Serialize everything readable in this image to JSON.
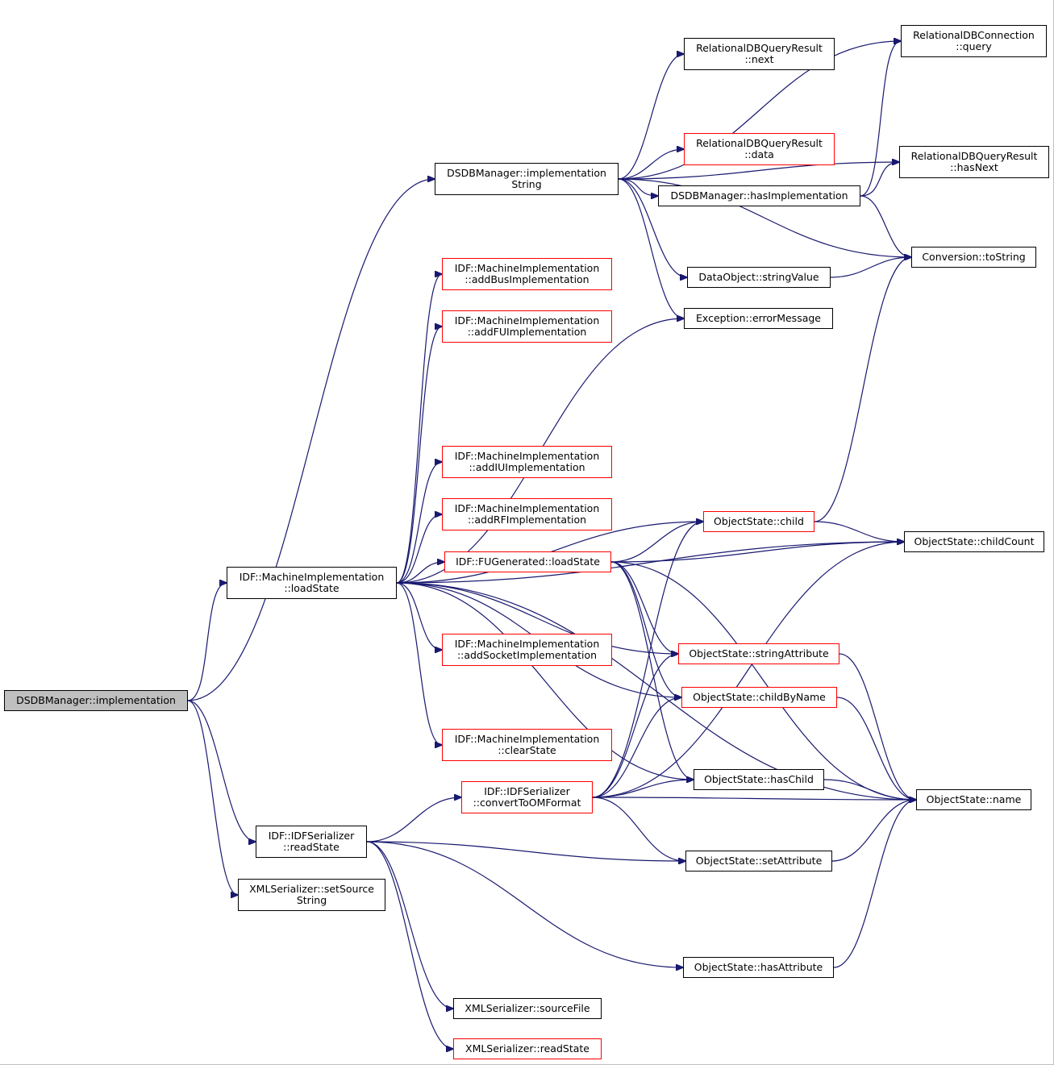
{
  "graph": {
    "edge_color": "#191970",
    "node_border_default": "#000000",
    "node_border_undocumented": "#ff0000",
    "root_fill": "#bfbfbf",
    "nodes": {
      "root": {
        "lines": [
          "DSDBManager::implementation"
        ],
        "style": "root"
      },
      "implString": {
        "lines": [
          "DSDBManager::implementation",
          "String"
        ],
        "style": "normal"
      },
      "machineLoad": {
        "lines": [
          "IDF::MachineImplementation",
          "::loadState"
        ],
        "style": "normal"
      },
      "idfReadState": {
        "lines": [
          "IDF::IDFSerializer",
          "::readState"
        ],
        "style": "normal"
      },
      "xmlSetSource": {
        "lines": [
          "XMLSerializer::setSource",
          "String"
        ],
        "style": "normal"
      },
      "rdbNext": {
        "lines": [
          "RelationalDBQueryResult",
          "::next"
        ],
        "style": "normal"
      },
      "rdbData": {
        "lines": [
          "RelationalDBQueryResult",
          "::data"
        ],
        "style": "red"
      },
      "hasImpl": {
        "lines": [
          "DSDBManager::hasImplementation"
        ],
        "style": "normal"
      },
      "rdbQuery": {
        "lines": [
          "RelationalDBConnection",
          "::query"
        ],
        "style": "normal"
      },
      "rdbHasNext": {
        "lines": [
          "RelationalDBQueryResult",
          "::hasNext"
        ],
        "style": "normal"
      },
      "convToString": {
        "lines": [
          "Conversion::toString"
        ],
        "style": "normal"
      },
      "doStringValue": {
        "lines": [
          "DataObject::stringValue"
        ],
        "style": "normal"
      },
      "excErrorMessage": {
        "lines": [
          "Exception::errorMessage"
        ],
        "style": "normal"
      },
      "addBus": {
        "lines": [
          "IDF::MachineImplementation",
          "::addBusImplementation"
        ],
        "style": "red"
      },
      "addFU": {
        "lines": [
          "IDF::MachineImplementation",
          "::addFUImplementation"
        ],
        "style": "red"
      },
      "addIU": {
        "lines": [
          "IDF::MachineImplementation",
          "::addIUImplementation"
        ],
        "style": "red"
      },
      "addRF": {
        "lines": [
          "IDF::MachineImplementation",
          "::addRFImplementation"
        ],
        "style": "red"
      },
      "fuLoad": {
        "lines": [
          "IDF::FUGenerated::loadState"
        ],
        "style": "red"
      },
      "addSocket": {
        "lines": [
          "IDF::MachineImplementation",
          "::addSocketImplementation"
        ],
        "style": "red"
      },
      "clearState": {
        "lines": [
          "IDF::MachineImplementation",
          "::clearState"
        ],
        "style": "red"
      },
      "convertToOM": {
        "lines": [
          "IDF::IDFSerializer",
          "::convertToOMFormat"
        ],
        "style": "red"
      },
      "osChild": {
        "lines": [
          "ObjectState::child"
        ],
        "style": "red"
      },
      "osChildCount": {
        "lines": [
          "ObjectState::childCount"
        ],
        "style": "normal"
      },
      "osStringAttr": {
        "lines": [
          "ObjectState::stringAttribute"
        ],
        "style": "red"
      },
      "osChildByName": {
        "lines": [
          "ObjectState::childByName"
        ],
        "style": "red"
      },
      "osHasChild": {
        "lines": [
          "ObjectState::hasChild"
        ],
        "style": "normal"
      },
      "osName": {
        "lines": [
          "ObjectState::name"
        ],
        "style": "normal"
      },
      "osSetAttr": {
        "lines": [
          "ObjectState::setAttribute"
        ],
        "style": "normal"
      },
      "osHasAttr": {
        "lines": [
          "ObjectState::hasAttribute"
        ],
        "style": "normal"
      },
      "xmlSourceFile": {
        "lines": [
          "XMLSerializer::sourceFile"
        ],
        "style": "normal"
      },
      "xmlReadState": {
        "lines": [
          "XMLSerializer::readState"
        ],
        "style": "red"
      }
    },
    "edges": [
      [
        "root",
        "implString"
      ],
      [
        "root",
        "machineLoad"
      ],
      [
        "root",
        "idfReadState"
      ],
      [
        "root",
        "xmlSetSource"
      ],
      [
        "implString",
        "rdbQuery"
      ],
      [
        "implString",
        "rdbNext"
      ],
      [
        "implString",
        "rdbHasNext"
      ],
      [
        "implString",
        "rdbData"
      ],
      [
        "implString",
        "hasImpl"
      ],
      [
        "implString",
        "convToString"
      ],
      [
        "implString",
        "doStringValue"
      ],
      [
        "implString",
        "excErrorMessage"
      ],
      [
        "hasImpl",
        "rdbQuery"
      ],
      [
        "hasImpl",
        "rdbHasNext"
      ],
      [
        "hasImpl",
        "convToString"
      ],
      [
        "doStringValue",
        "convToString"
      ],
      [
        "machineLoad",
        "excErrorMessage"
      ],
      [
        "machineLoad",
        "addBus"
      ],
      [
        "machineLoad",
        "addFU"
      ],
      [
        "machineLoad",
        "osChildCount"
      ],
      [
        "machineLoad",
        "osChild"
      ],
      [
        "machineLoad",
        "addIU"
      ],
      [
        "machineLoad",
        "addRF"
      ],
      [
        "machineLoad",
        "fuLoad"
      ],
      [
        "machineLoad",
        "osStringAttr"
      ],
      [
        "machineLoad",
        "addSocket"
      ],
      [
        "machineLoad",
        "osChildByName"
      ],
      [
        "machineLoad",
        "clearState"
      ],
      [
        "machineLoad",
        "osHasChild"
      ],
      [
        "machineLoad",
        "osName"
      ],
      [
        "osChild",
        "convToString"
      ],
      [
        "osChild",
        "osChildCount"
      ],
      [
        "fuLoad",
        "osChild"
      ],
      [
        "fuLoad",
        "osChildCount"
      ],
      [
        "fuLoad",
        "osStringAttr"
      ],
      [
        "fuLoad",
        "osChildByName"
      ],
      [
        "fuLoad",
        "osHasChild"
      ],
      [
        "fuLoad",
        "osName"
      ],
      [
        "osStringAttr",
        "osName"
      ],
      [
        "osChildByName",
        "osName"
      ],
      [
        "osHasChild",
        "osName"
      ],
      [
        "osSetAttr",
        "osName"
      ],
      [
        "osHasAttr",
        "osName"
      ],
      [
        "convertToOM",
        "osChild"
      ],
      [
        "convertToOM",
        "osChildCount"
      ],
      [
        "convertToOM",
        "osStringAttr"
      ],
      [
        "convertToOM",
        "osChildByName"
      ],
      [
        "convertToOM",
        "osHasChild"
      ],
      [
        "convertToOM",
        "osName"
      ],
      [
        "convertToOM",
        "osSetAttr"
      ],
      [
        "idfReadState",
        "convertToOM"
      ],
      [
        "idfReadState",
        "osSetAttr"
      ],
      [
        "idfReadState",
        "osHasAttr"
      ],
      [
        "idfReadState",
        "xmlSourceFile"
      ],
      [
        "idfReadState",
        "xmlReadState"
      ]
    ]
  }
}
